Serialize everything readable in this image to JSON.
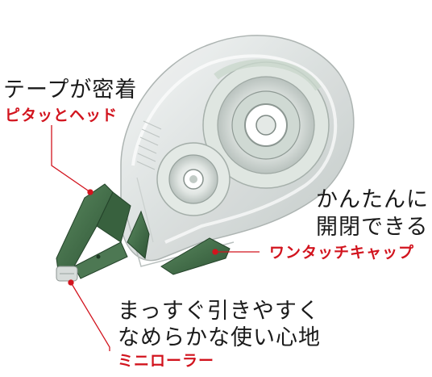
{
  "labels": {
    "top_heading": "テープが密着",
    "top_feature": "ピタッとヘッド",
    "right_heading_1": "かんたんに",
    "right_heading_2": "開閉できる",
    "right_feature": "ワンタッチキャップ",
    "bottom_heading_1": "まっすぐ引きやすく",
    "bottom_heading_2": "なめらかな使い心地",
    "bottom_feature": "ミニローラー"
  },
  "colors": {
    "accent_red": "#d2141e",
    "text_black": "#1a1a1a",
    "cap_green": "#3f6b45"
  },
  "illustration": {
    "subject": "correction-tape-dispenser",
    "icons": [
      "leader-line",
      "leader-dot"
    ]
  }
}
